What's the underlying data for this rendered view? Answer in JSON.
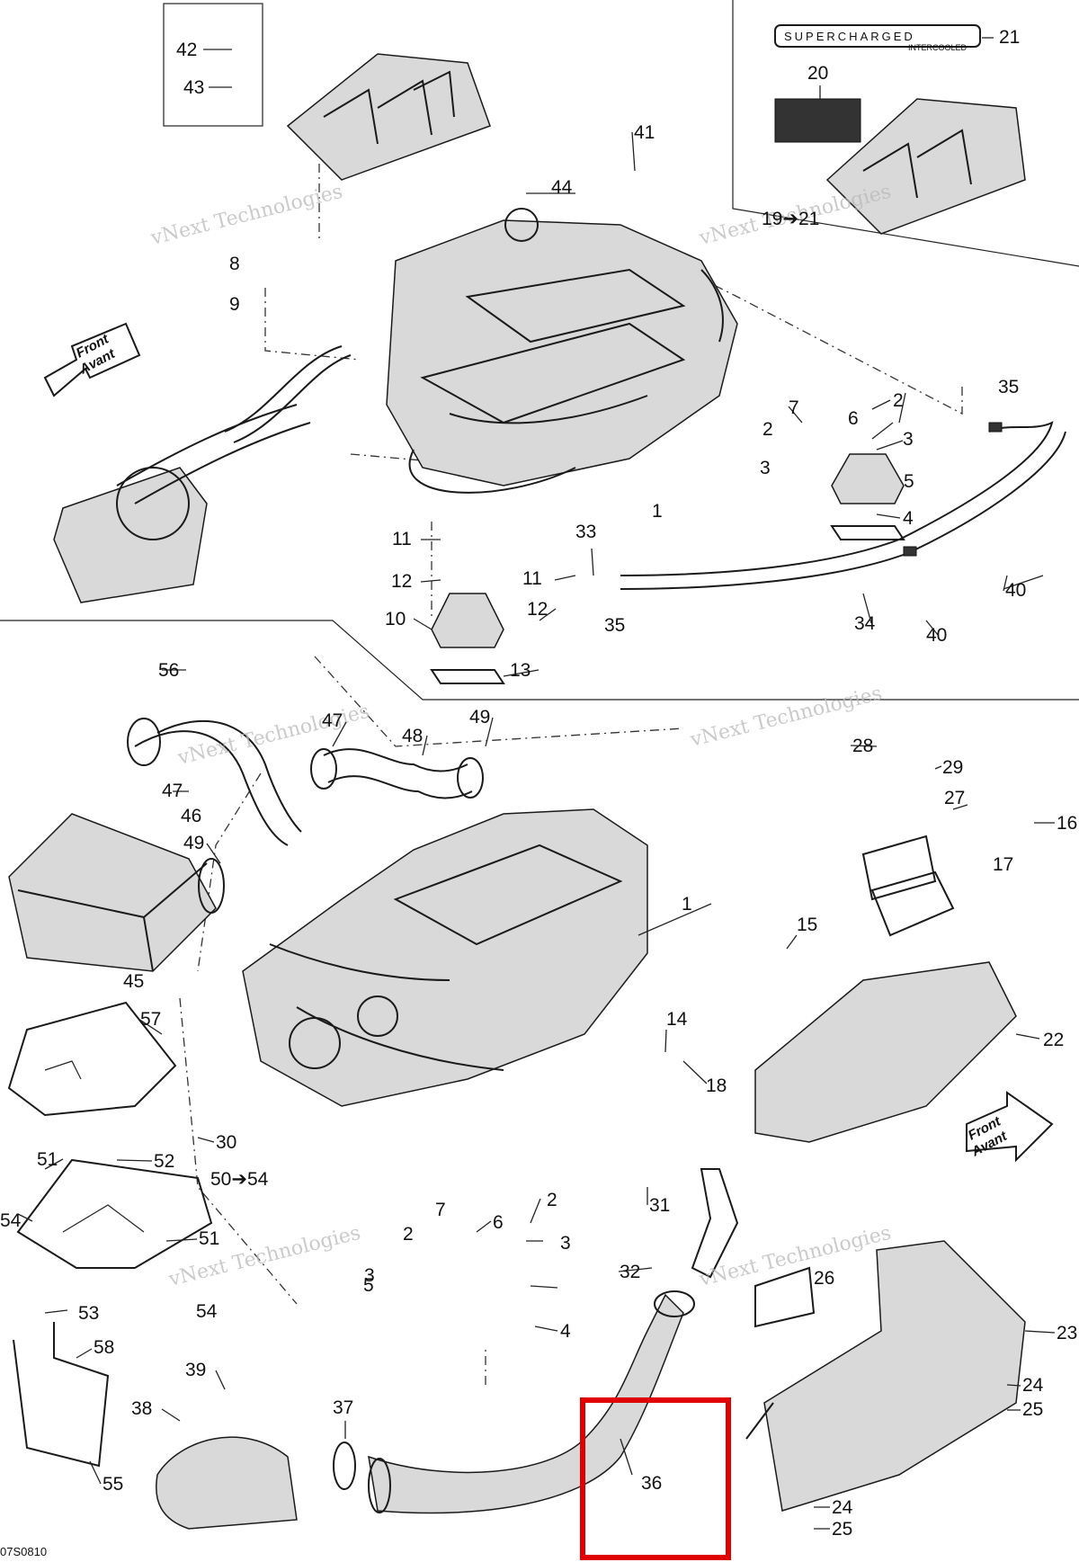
{
  "diagram": {
    "code": "07S0810",
    "watermark": "vNext Technologies",
    "front_arrow": {
      "line1": "Front",
      "line2": "Avant"
    },
    "decal_text": {
      "line1": "SUPERCHARGED",
      "line2": "INTERCOOLED"
    },
    "highlight_color": "#e10000",
    "labels": [
      "42",
      "43",
      "41",
      "44",
      "20",
      "21",
      "19➔21",
      "8",
      "9",
      "35",
      "7",
      "6",
      "2",
      "2",
      "3",
      "3",
      "5",
      "4",
      "1",
      "11",
      "12",
      "11",
      "12",
      "10",
      "13",
      "33",
      "35",
      "34",
      "40",
      "40",
      "56",
      "47",
      "49",
      "48",
      "47",
      "46",
      "49",
      "45",
      "1",
      "28",
      "29",
      "27",
      "16",
      "17",
      "15",
      "57",
      "14",
      "18",
      "22",
      "30",
      "51",
      "52",
      "50➔54",
      "54",
      "51",
      "54",
      "53",
      "58",
      "55",
      "7",
      "6",
      "2",
      "2",
      "3",
      "3",
      "5",
      "4",
      "31",
      "32",
      "26",
      "23",
      "24",
      "25",
      "24",
      "25",
      "39",
      "38",
      "37",
      "36"
    ]
  }
}
